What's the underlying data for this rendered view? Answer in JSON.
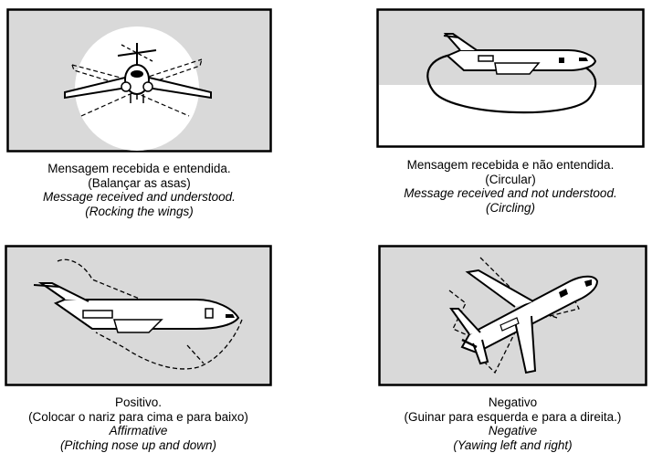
{
  "colors": {
    "panel_bg": "#d9d9d9",
    "panel_border": "#000000",
    "ink": "#000000",
    "disc": "#ffffff"
  },
  "signals": [
    {
      "pt_title": "Mensagem recebida e entendida.",
      "pt_desc": "(Balançar as asas)",
      "en_title": "Message received and understood.",
      "en_desc": "(Rocking the wings)"
    },
    {
      "pt_title": "Mensagem recebida e não entendida.",
      "pt_desc": "(Circular)",
      "en_title": "Message received and not understood.",
      "en_desc": "(Circling)"
    },
    {
      "pt_title": "Positivo.",
      "pt_desc": "(Colocar o nariz para cima e para baixo)",
      "en_title": "Affirmative",
      "en_desc": "(Pitching nose up and down)"
    },
    {
      "pt_title": "Negativo",
      "pt_desc": "(Guinar para esquerda e para a direita.)",
      "en_title": "Negative",
      "en_desc": "(Yawing left and right)"
    }
  ]
}
